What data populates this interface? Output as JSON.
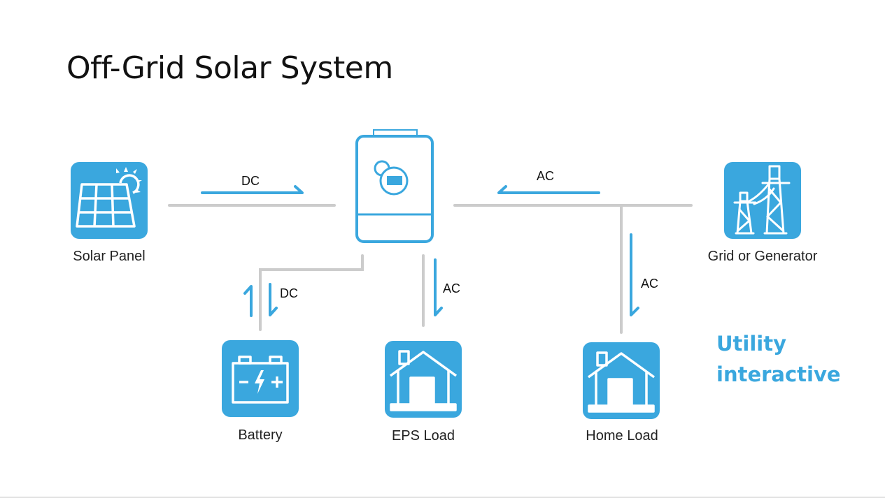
{
  "title": "Off-Grid Solar System",
  "colors": {
    "accent": "#3aa7de",
    "line": "#cccccc",
    "text": "#222222"
  },
  "nodes": {
    "solar_panel": {
      "label": "Solar Panel",
      "icon": "solar-panel-icon"
    },
    "inverter": {
      "label": "",
      "icon": "inverter-icon"
    },
    "grid": {
      "label": "Grid or Generator",
      "icon": "power-tower-icon"
    },
    "battery": {
      "label": "Battery",
      "icon": "battery-icon"
    },
    "eps_load": {
      "label": "EPS Load",
      "icon": "house-icon"
    },
    "home_load": {
      "label": "Home Load",
      "icon": "house-icon"
    }
  },
  "flows": {
    "solar_to_inverter": {
      "label": "DC",
      "direction": "right"
    },
    "grid_to_inverter": {
      "label": "AC",
      "direction": "left"
    },
    "battery_link": {
      "label": "DC",
      "direction": "bidirectional"
    },
    "inverter_to_eps": {
      "label": "AC",
      "direction": "down"
    },
    "grid_to_home": {
      "label": "AC",
      "direction": "down"
    }
  },
  "annotation": {
    "line1": "Utility",
    "line2": "interactive"
  }
}
